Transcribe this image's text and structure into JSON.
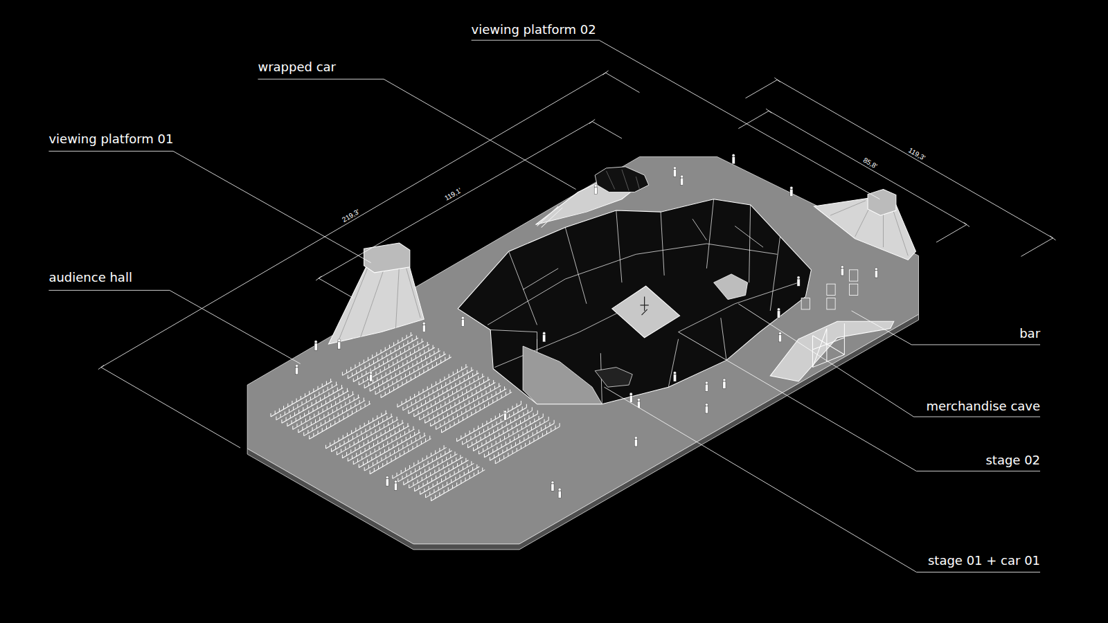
{
  "diagram": {
    "labels": [
      "viewing platform 02",
      "wrapped car",
      "viewing platform 01",
      "audience hall",
      "bar",
      "merchandise cave",
      "stage 02",
      "stage 01 + car 01",
      "219,3'",
      "119,1'",
      "85,8'",
      "119,3'"
    ]
  }
}
